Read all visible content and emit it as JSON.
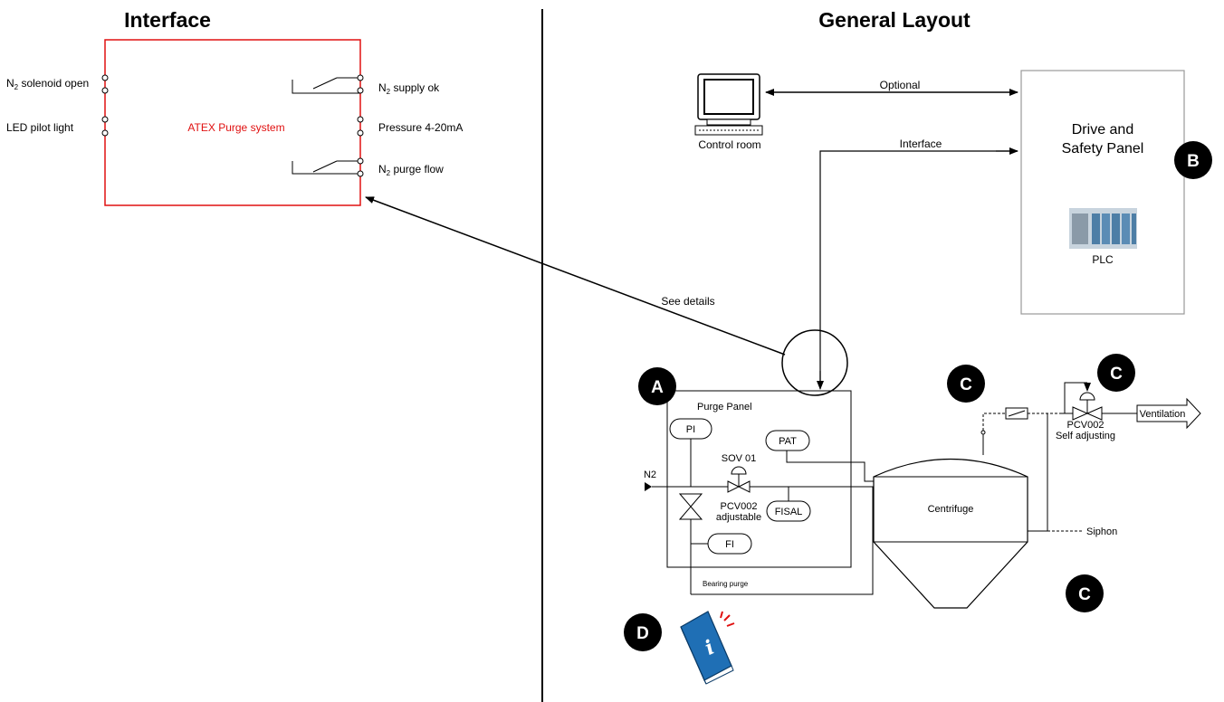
{
  "left_panel": {
    "title": "Interface",
    "box_label": "ATEX Purge system",
    "left_terminals": [
      {
        "base": "N",
        "sub": "2",
        "text": " solenoid open"
      },
      {
        "base": "LED pilot light",
        "sub": "",
        "text": ""
      }
    ],
    "right_terminals": [
      {
        "base": "N",
        "sub": "2",
        "text": " supply ok"
      },
      {
        "base": "Pressure 4-20mA",
        "sub": "",
        "text": ""
      },
      {
        "base": "N",
        "sub": "2",
        "text": " purge flow"
      }
    ]
  },
  "right_panel": {
    "title": "General Layout",
    "control_room_label": "Control room",
    "optional_label": "Optional",
    "interface_label": "Interface",
    "see_details_label": "See details",
    "drive_panel_line1": "Drive and",
    "drive_panel_line2": "Safety Panel",
    "plc_label": "PLC",
    "purge_panel_label": "Purge Panel",
    "pi_label": "PI",
    "pat_label": "PAT",
    "sov_label": "SOV 01",
    "n2_label": "N2",
    "pcv_adjustable_line1": "PCV002",
    "pcv_adjustable_line2": "adjustable",
    "fisal_label": "FISAL",
    "fi_label": "FI",
    "bearing_purge_label": "Bearing purge",
    "centrifuge_label": "Centrifuge",
    "siphon_label": "Siphon",
    "pcv_self_line1": "PCV002",
    "pcv_self_line2": "Self adjusting",
    "ventilation_label": "Ventilation"
  },
  "badges": {
    "a": "A",
    "b": "B",
    "c": "C",
    "d": "D"
  },
  "colors": {
    "atex_box": "#e01010",
    "badge": "#000000",
    "plc": "#4a7fb0",
    "info_book": "#2c7fc0"
  }
}
